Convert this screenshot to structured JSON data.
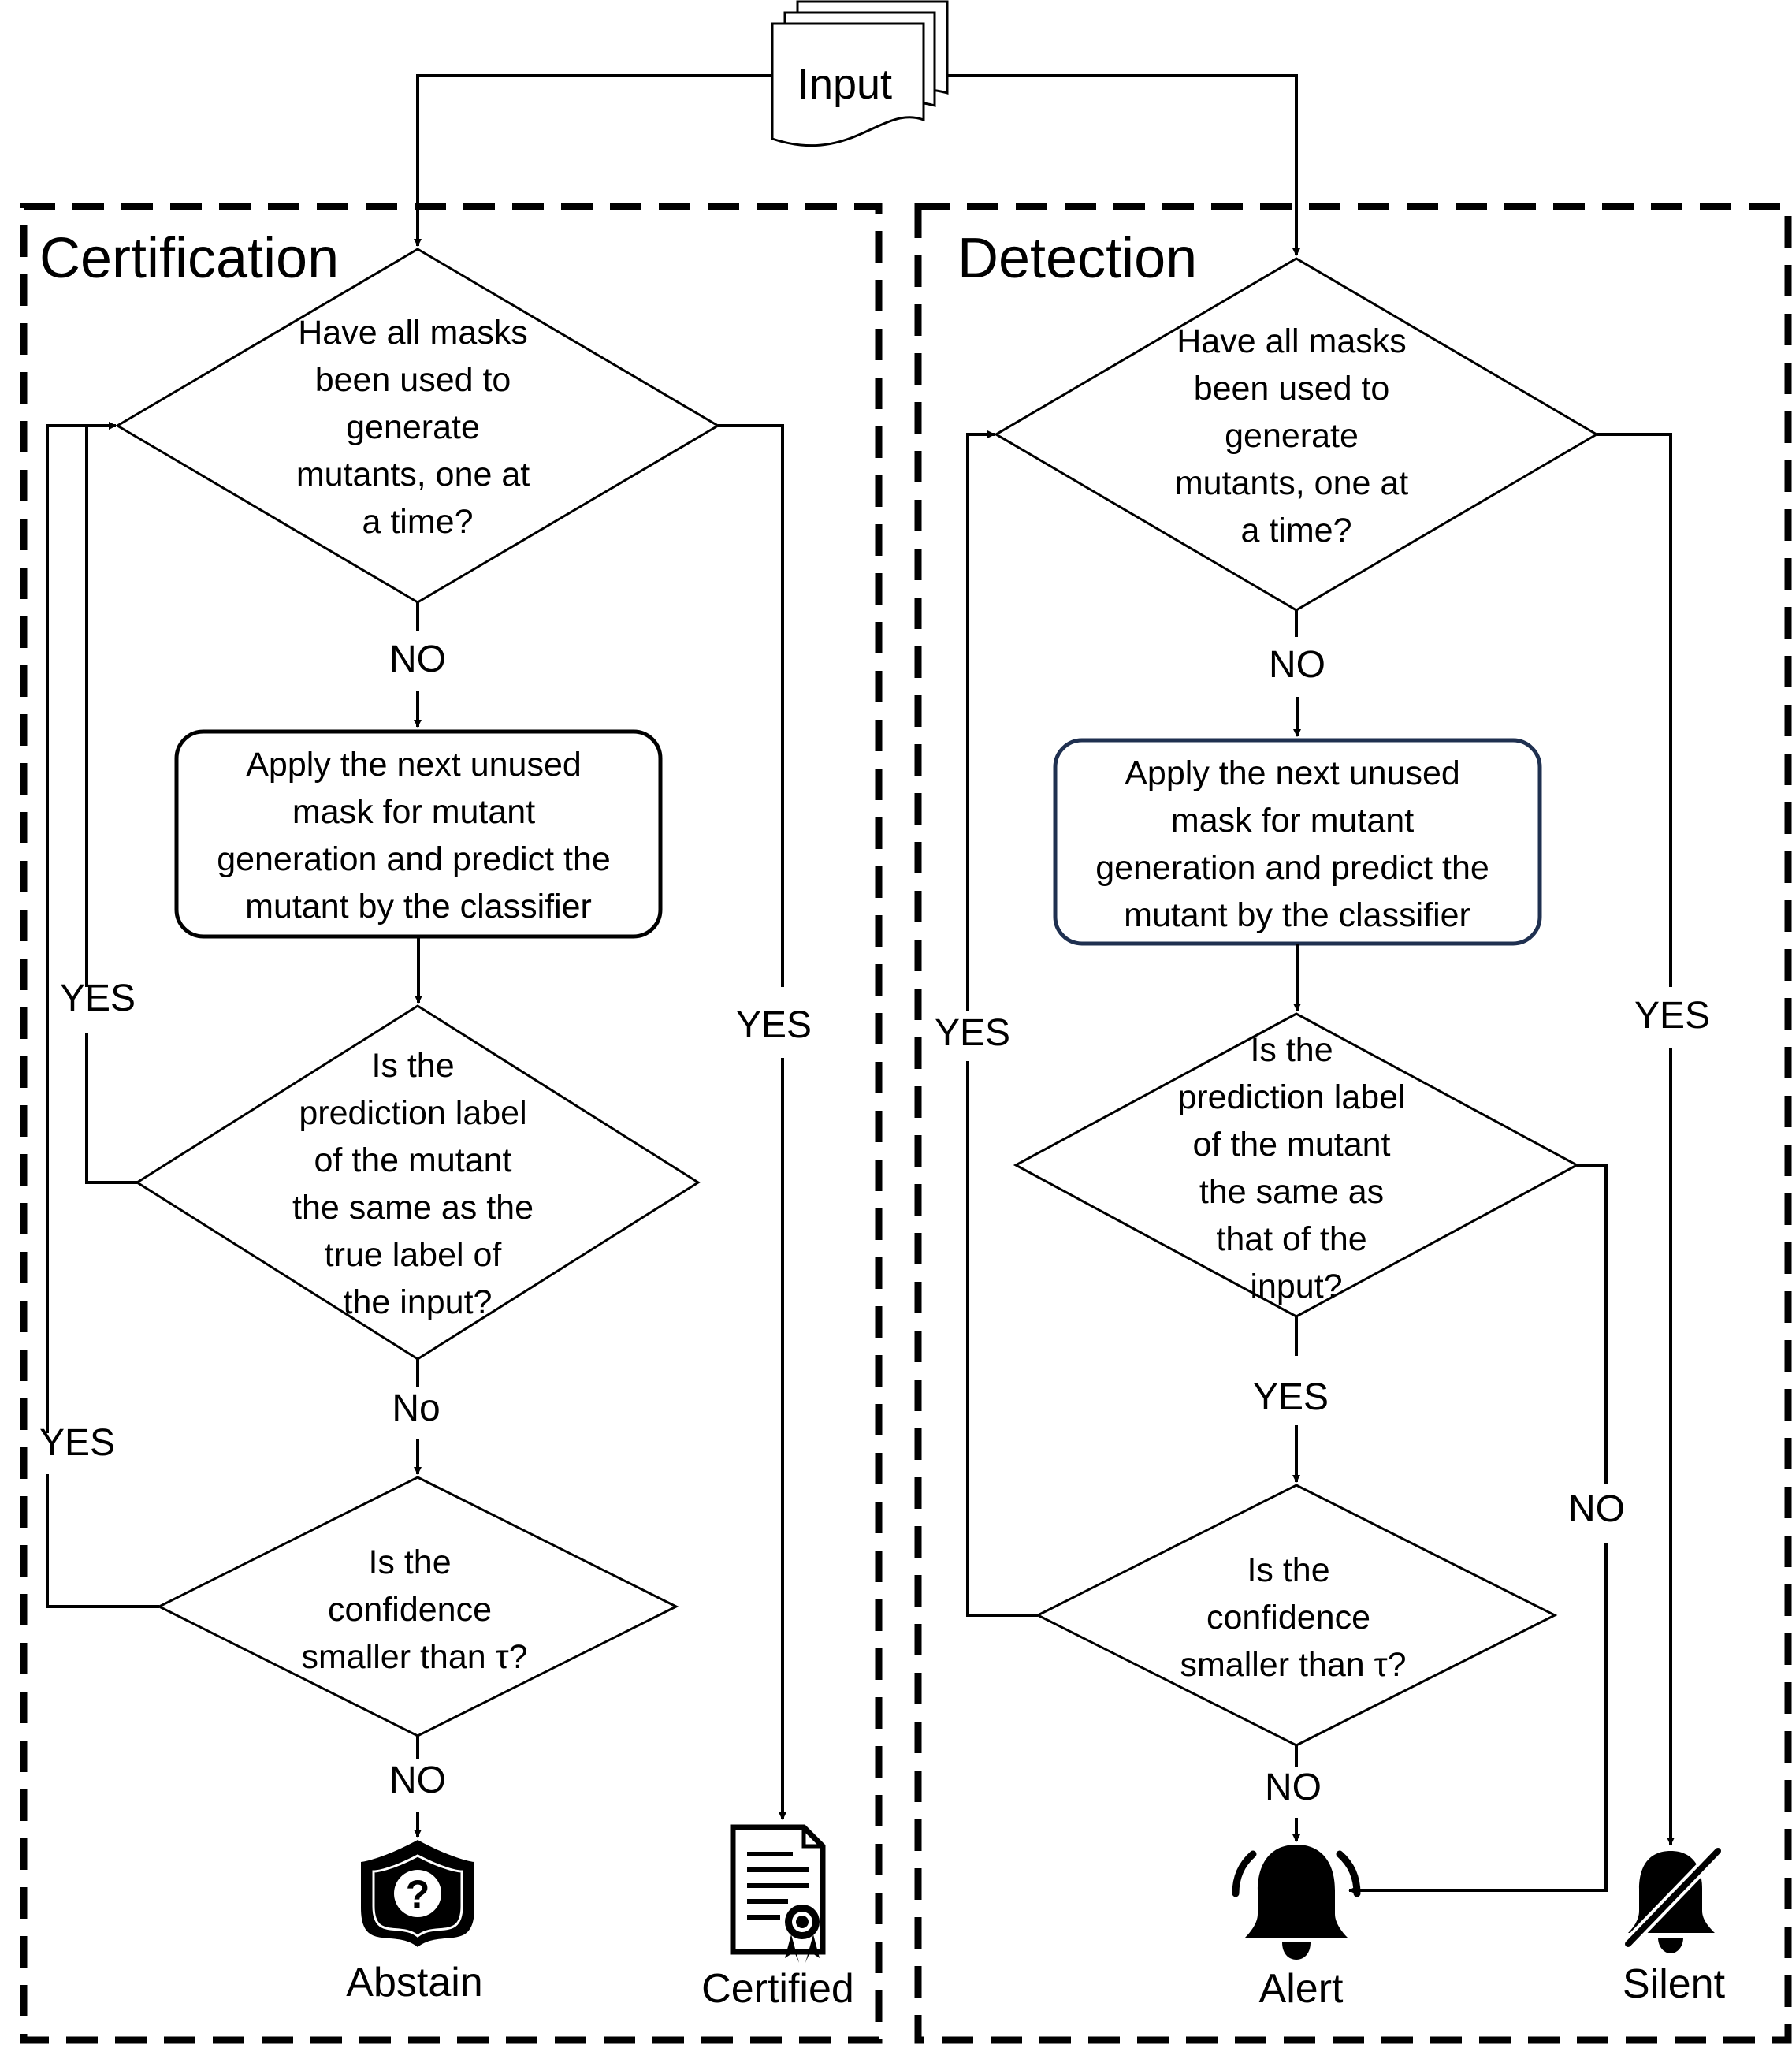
{
  "input_label": "Input",
  "certification": {
    "title": "Certification",
    "q_masks": [
      "Have all masks",
      "been used to",
      "generate",
      "mutants, one at",
      "a time?"
    ],
    "apply": [
      "Apply the next unused",
      "mask for mutant",
      "generation and predict the",
      "mutant by the classifier"
    ],
    "q_label": [
      "Is the",
      "prediction label",
      "of the mutant",
      "the same as the",
      "true label of",
      "the input?"
    ],
    "q_conf": [
      "Is the",
      "confidence",
      "smaller than τ?"
    ],
    "edge_no_1": "NO",
    "edge_no_2": "No",
    "edge_no_3": "NO",
    "edge_yes_label": "YES",
    "edge_yes_conf": "YES",
    "edge_yes_masks": "YES",
    "abstain": "Abstain",
    "certified": "Certified"
  },
  "detection": {
    "title": "Detection",
    "q_masks": [
      "Have all masks",
      "been used to",
      "generate",
      "mutants, one at",
      "a time?"
    ],
    "apply": [
      "Apply the next unused",
      "mask for mutant",
      "generation and predict the",
      "mutant by the classifier"
    ],
    "q_label": [
      "Is the",
      "prediction label",
      "of the mutant",
      "the same as",
      "that of the",
      "input?"
    ],
    "q_conf": [
      "Is the",
      "confidence",
      "smaller than τ?"
    ],
    "edge_no_1": "NO",
    "edge_yes_label": "YES",
    "edge_no_3": "NO",
    "edge_yes_conf": "YES",
    "edge_yes_masks": "YES",
    "edge_no_label": "NO",
    "alert": "Alert",
    "silent": "Silent"
  },
  "icons": {
    "input": "document-stack-icon",
    "abstain": "shield-question-icon",
    "certified": "certificate-icon",
    "alert": "bell-icon",
    "silent": "bell-off-icon"
  },
  "colors": {
    "detection_apply_border": "#1f3050"
  }
}
